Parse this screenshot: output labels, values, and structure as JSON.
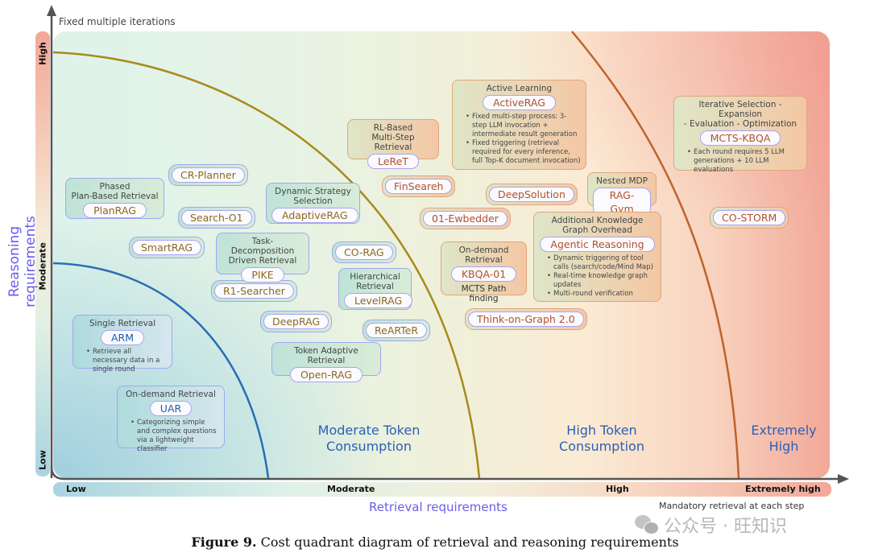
{
  "y_axis": {
    "top_label": "Fixed multiple iterations",
    "title": "Reasoning requirements",
    "levels": [
      "High",
      "Moderate",
      "Low"
    ]
  },
  "x_axis": {
    "title": "Retrieval requirements",
    "levels": [
      "Low",
      "Moderate",
      "High",
      "Extremely high"
    ],
    "right_note": "Mandatory retrieval at each step"
  },
  "zones": {
    "moderate": [
      "Moderate Token",
      "Consumption"
    ],
    "high": [
      "High Token",
      "Consumption"
    ],
    "extreme": [
      "Extremely",
      "High"
    ]
  },
  "chips": {
    "cr_planner": "CR-Planner",
    "search_o1": "Search-O1",
    "smartrag": "SmartRAG",
    "r1_searcher": "R1-Searcher",
    "corag": "CO-RAG",
    "deeprag": "DeepRAG",
    "rearter": "ReARTeR",
    "finsearch": "FinSeareh",
    "o1_embedder": "01-Ewbedder",
    "deepsolution": "DeepSolution",
    "tog": "Think-on-Graph 2.0",
    "costorm": "CO-STORM"
  },
  "boxes": {
    "planrag": {
      "title": [
        "Phased",
        "Plan-Based Retrieval"
      ],
      "method": "PlanRAG"
    },
    "adaptiverag": {
      "title": [
        "Dynamic Strategy",
        "Selection"
      ],
      "method": "AdaptiveRAG"
    },
    "pike": {
      "title": [
        "Task-Decomposition",
        "Driven Retrieval"
      ],
      "method": "PIKE"
    },
    "levelrag": {
      "title": [
        "Hierarchical",
        "Retrieval"
      ],
      "method": "LevelRAG"
    },
    "openrag": {
      "title": [
        "Token Adaptive Retrieval"
      ],
      "method": "Open-RAG"
    },
    "arm": {
      "title": [
        "Single Retrieval"
      ],
      "method": "ARM",
      "bullets": [
        "Retrieve all necessary data in a single round"
      ]
    },
    "uar": {
      "title": [
        "On-demand Retrieval"
      ],
      "method": "UAR",
      "bullets": [
        "Categorizing simple and complex questions via a lightweight  classifier"
      ]
    },
    "leret": {
      "title": [
        "RL-Based",
        "Multi-Step Retrieval"
      ],
      "method": "LeReT"
    },
    "activerag": {
      "title": [
        "Active Learning"
      ],
      "method": "ActiveRAG",
      "bullets": [
        "Fixed multi-step process: 3-step LLM invocation + intermediate result generation",
        "Fixed triggering (retrieval required for every inference, full Top-K document invocation)"
      ]
    },
    "raggym": {
      "title": [
        "Nested MDP"
      ],
      "method": "RAG-Gym"
    },
    "kbqa": {
      "title": [
        "On-demand",
        "Retrieval"
      ],
      "method": "KBQA-01",
      "footer": "MCTS Path finding"
    },
    "agentic": {
      "title": [
        "Additional Knowledge",
        "Graph Overhead"
      ],
      "method": "Agentic Reasoning",
      "bullets": [
        "Dynamic triggering of tool calls (search/code/Mind Map)",
        "Real-time knowledge graph updates",
        "Multi-round verification"
      ]
    },
    "mctskbqa": {
      "title": [
        "Iterative Selection - Expansion",
        "- Evaluation - Optimization"
      ],
      "method": "MCTS-KBQA",
      "bullets": [
        "Each round requires 5 LLM generations + 10 LLM evaluations"
      ]
    }
  },
  "caption": {
    "label": "Figure 9.",
    "text": " Cost quadrant diagram of retrieval and reasoning requirements"
  },
  "watermark": "公众号 · 旺知识",
  "colors": {
    "inner_curve": "#2a6db5",
    "middle_curve": "#a88a1e",
    "outer_curve": "#c0622a",
    "axis_title": "#6a5ee8",
    "zone_text": "#2b5fb4"
  }
}
